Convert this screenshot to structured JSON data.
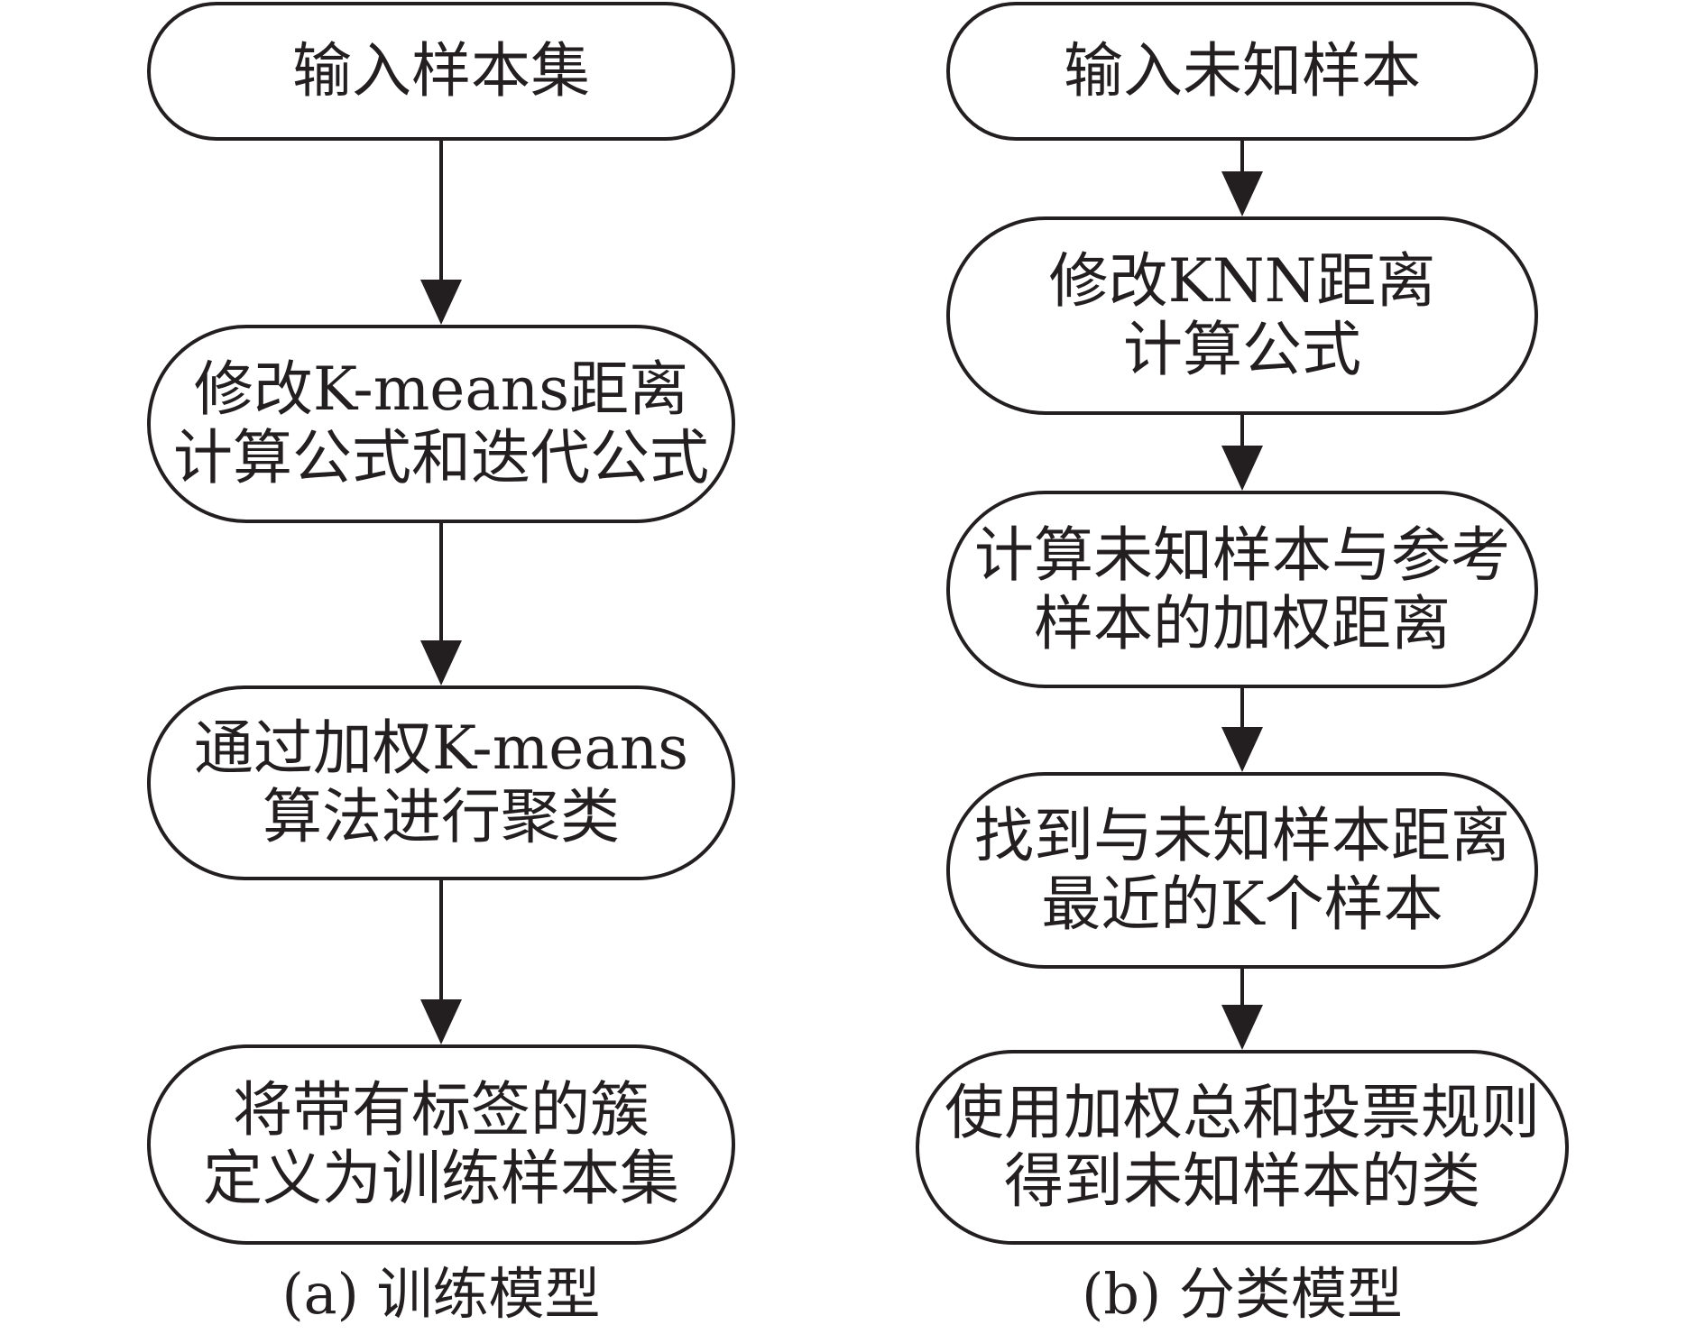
{
  "training": {
    "steps": [
      [
        "输入样本集"
      ],
      [
        "修改K-means距离",
        "计算公式和迭代公式"
      ],
      [
        "通过加权K-means",
        "算法进行聚类"
      ],
      [
        "将带有标签的簇",
        "定义为训练样本集"
      ]
    ],
    "caption": "(a) 训练模型"
  },
  "classification": {
    "steps": [
      [
        "输入未知样本"
      ],
      [
        "修改KNN距离",
        "计算公式"
      ],
      [
        "计算未知样本与参考",
        "样本的加权距离"
      ],
      [
        "找到与未知样本距离",
        "最近的K个样本"
      ],
      [
        "使用加权总和投票规则",
        "得到未知样本的类"
      ]
    ],
    "caption": "(b) 分类模型"
  },
  "colors": {
    "stroke": "#231f20",
    "fill": "#ffffff"
  }
}
